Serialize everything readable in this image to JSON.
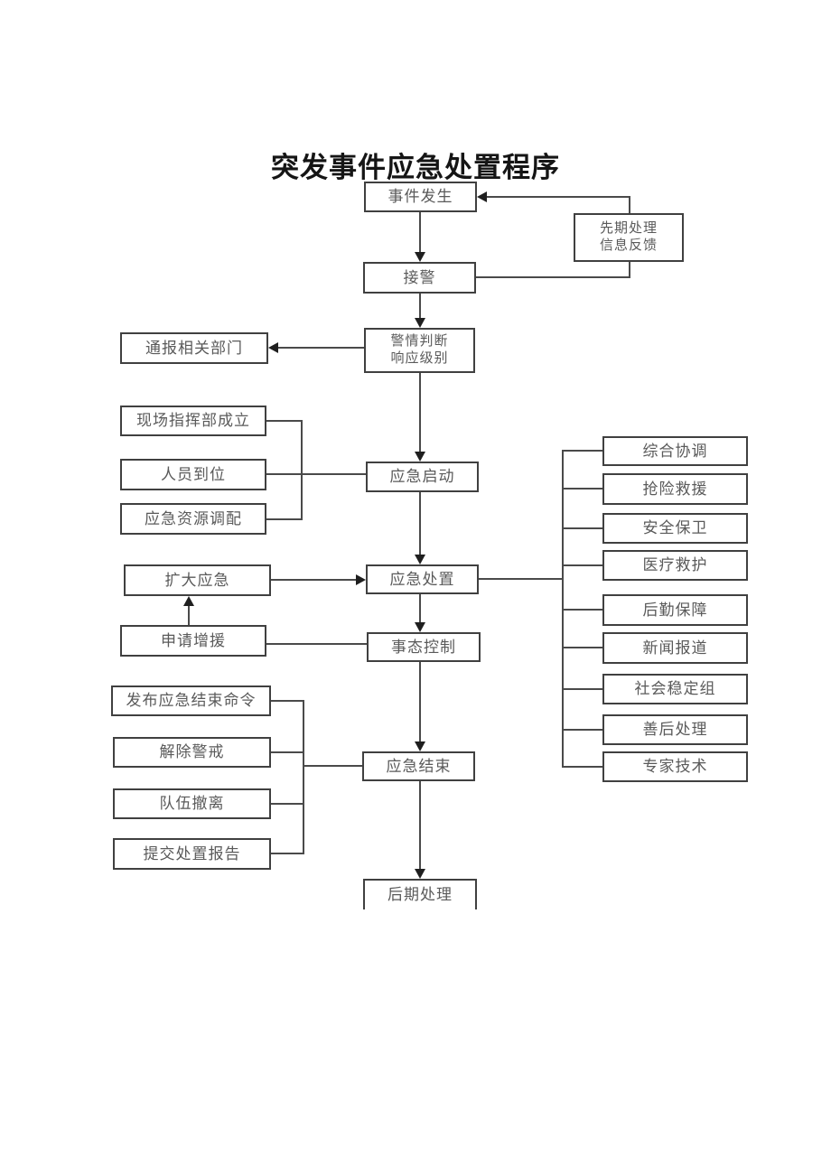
{
  "page": {
    "title": "突发事件应急处置程序",
    "background": "#ffffff"
  },
  "colors": {
    "box_border": "#404040",
    "connector_line": "#4a4a4a",
    "arrowhead": "#1f1f1f",
    "box_text": "#5a5a5a",
    "title_text": "#151515"
  },
  "nodes": {
    "event_occur": "事件发生",
    "pre_handle": {
      "line1": "先期处理",
      "line2": "信息反馈"
    },
    "receive_alarm": "接警",
    "judge": {
      "line1": "警情判断",
      "line2": "响应级别"
    },
    "notify_depts": "通报相关部门",
    "command_post": "现场指挥部成立",
    "personnel_ready": "人员到位",
    "resource_alloc": "应急资源调配",
    "emergency_start": "应急启动",
    "emergency_dispose": "应急处置",
    "expand_emergency": "扩大应急",
    "request_reinforce": "申请增援",
    "situation_control": "事态控制",
    "emergency_end": "应急结束",
    "issue_end_command": "发布应急结束命令",
    "lift_alert": "解除警戒",
    "team_withdraw": "队伍撤离",
    "submit_report": "提交处置报告",
    "coordination": "综合协调",
    "rescue": "抢险救援",
    "security": "安全保卫",
    "medical": "医疗救护",
    "logistics": "后勤保障",
    "news_report": "新闻报道",
    "social_stability": "社会稳定组",
    "aftermath": "善后处理",
    "expert_tech": "专家技术",
    "post_handle": "后期处理"
  },
  "edges": [
    {
      "from": "事件发生",
      "to": "接警",
      "arrow": true
    },
    {
      "from": "先期处理信息反馈",
      "to": "事件发生",
      "arrow": true
    },
    {
      "from": "接警",
      "to": "先期处理信息反馈",
      "arrow": false
    },
    {
      "from": "接警",
      "to": "警情判断响应级别",
      "arrow": true
    },
    {
      "from": "警情判断响应级别",
      "to": "通报相关部门",
      "arrow": true
    },
    {
      "from": "警情判断响应级别",
      "to": "应急启动",
      "arrow": true
    },
    {
      "from": "现场指挥部成立",
      "to": "应急启动",
      "arrow": false
    },
    {
      "from": "人员到位",
      "to": "应急启动",
      "arrow": false
    },
    {
      "from": "应急资源调配",
      "to": "应急启动",
      "arrow": false
    },
    {
      "from": "应急启动",
      "to": "应急处置",
      "arrow": true
    },
    {
      "from": "扩大应急",
      "to": "应急处置",
      "arrow": true
    },
    {
      "from": "申请增援",
      "to": "扩大应急",
      "arrow": true
    },
    {
      "from": "申请增援",
      "to": "事态控制",
      "arrow": false
    },
    {
      "from": "应急处置",
      "to": "事态控制",
      "arrow": true
    },
    {
      "from": "应急处置",
      "to": "综合协调|抢险救援|安全保卫|医疗救护|后勤保障|新闻报道|社会稳定组|善后处理|专家技术",
      "arrow": false
    },
    {
      "from": "事态控制",
      "to": "应急结束",
      "arrow": true
    },
    {
      "from": "发布应急结束命令",
      "to": "应急结束",
      "arrow": false
    },
    {
      "from": "解除警戒",
      "to": "应急结束",
      "arrow": false
    },
    {
      "from": "队伍撤离",
      "to": "应急结束",
      "arrow": false
    },
    {
      "from": "提交处置报告",
      "to": "应急结束",
      "arrow": false
    },
    {
      "from": "应急结束",
      "to": "后期处理",
      "arrow": true
    }
  ]
}
